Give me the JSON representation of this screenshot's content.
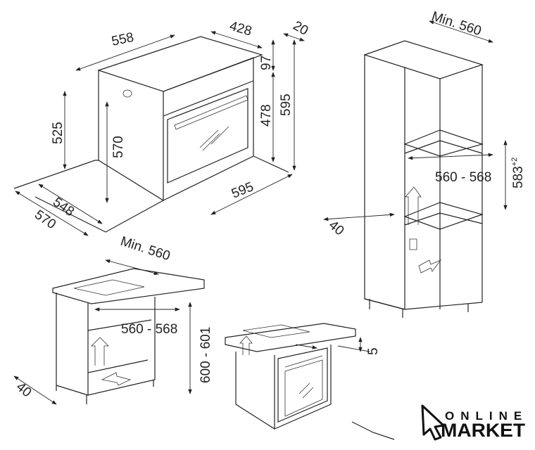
{
  "oven": {
    "width_top": "558",
    "depth_top": "428",
    "front_offset": "20",
    "panel_height": "97",
    "door_height": "478",
    "total_height": "595",
    "niche_height": "525",
    "side_height": "570",
    "depth_inner": "548",
    "depth_outer": "570",
    "front_width": "595"
  },
  "tall_cabinet": {
    "min_width": "Min. 560",
    "niche_width": "560 - 568",
    "niche_height": "583",
    "niche_height_tolerance": "+2",
    "back_gap": "40"
  },
  "under_counter": {
    "min_width": "Min. 560",
    "niche_width": "560 - 568",
    "niche_height": "600 - 601",
    "back_gap": "40"
  },
  "hob_combo": {
    "gap": "5"
  },
  "logo": {
    "top": "ONLINE",
    "bottom": "MARKET"
  }
}
